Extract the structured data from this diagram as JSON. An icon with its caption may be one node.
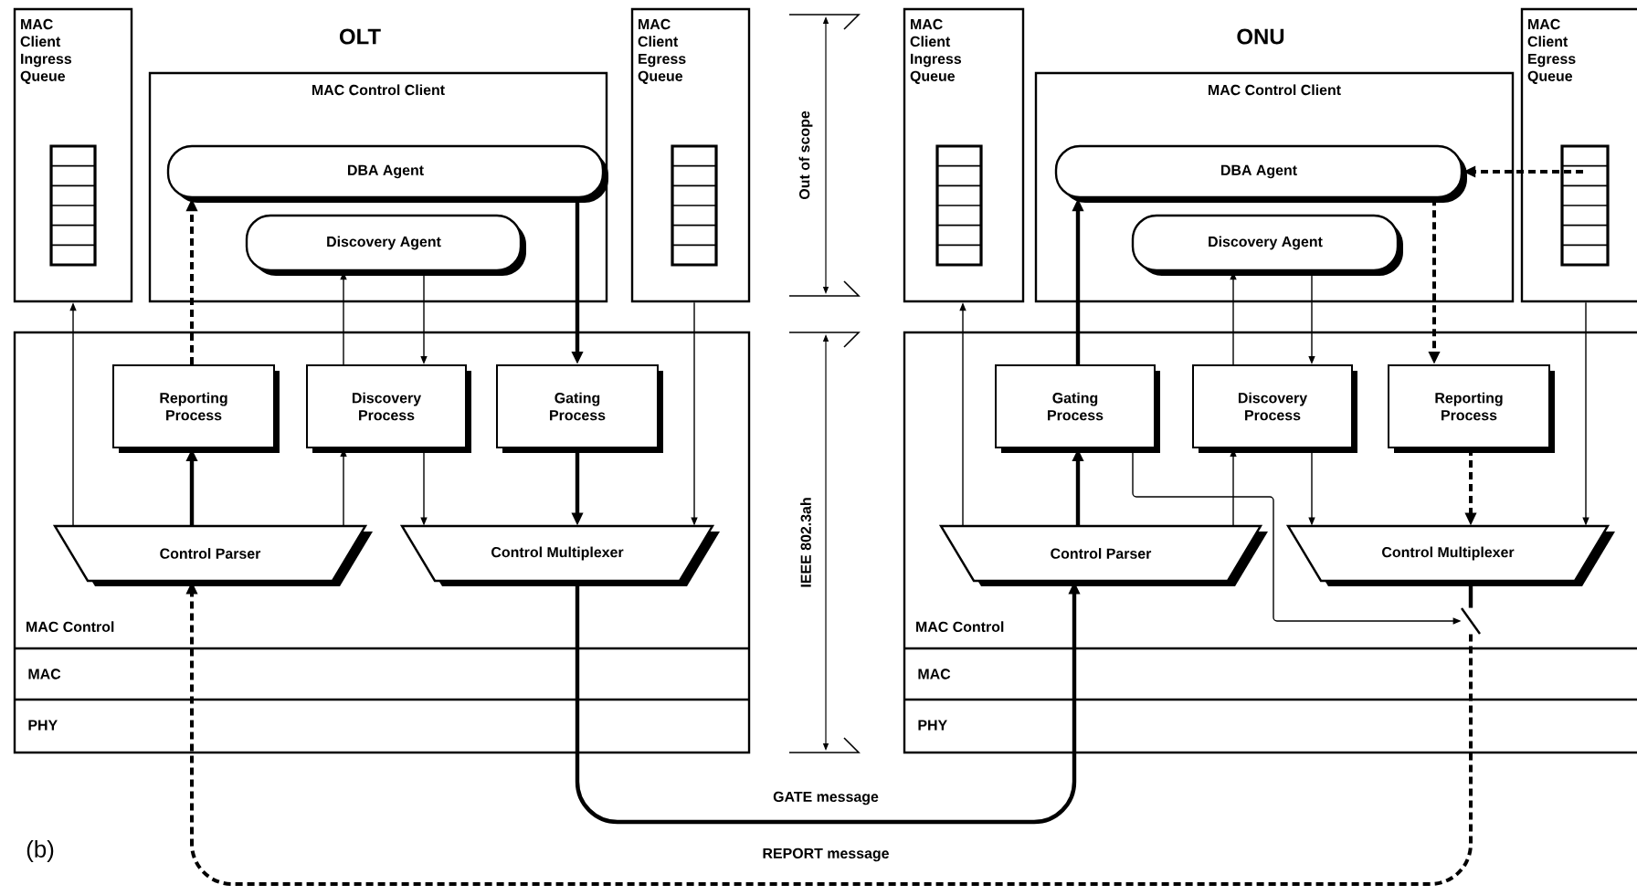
{
  "diagram": {
    "nodes": [
      {
        "text": [
          "MAC Client Ingress Queue"
        ]
      },
      {
        "text": [
          "MAC Control Client"
        ]
      },
      {
        "text": [
          "DBA Agent"
        ],
        "in": 1
      },
      {
        "text": [
          "Discovery Agent"
        ],
        "in": 1
      },
      {
        "text": [
          "MAC Client Egress Queue"
        ]
      },
      {
        "text": [
          "MAC Control"
        ]
      },
      {
        "text": [
          "Reporting Process"
        ],
        "in": 5
      },
      {
        "text": [
          "Discovery Process"
        ],
        "in": 5
      },
      {
        "text": [
          "Gating Process"
        ],
        "in": 5
      },
      {
        "text": [
          "Control Parser"
        ],
        "in": 5
      },
      {
        "text": [
          "Control Multiplexer"
        ],
        "in": 5
      },
      {
        "text": [
          "MAC Client Ingress Queue"
        ]
      },
      {
        "text": [
          "MAC Control Client"
        ]
      },
      {
        "text": [
          "DBA Agent"
        ],
        "in": 12
      },
      {
        "text": [
          "Discovery Agent"
        ],
        "in": 12
      },
      {
        "text": [
          "MAC Client Egress Queue"
        ]
      },
      {
        "text": [
          "MAC Control"
        ]
      },
      {
        "text": [
          "Gating Process"
        ],
        "in": 16
      },
      {
        "text": [
          "Discovery Process"
        ],
        "in": 16
      },
      {
        "text": [
          "Reporting Process"
        ],
        "in": 16
      },
      {
        "text": [
          "Control Parser"
        ],
        "in": 16
      },
      {
        "text": [
          "Control Multiplexer"
        ],
        "in": 16
      },
      {
        "text": [],
        "shape": "switch",
        "in": 16
      }
    ],
    "edges": [
      {
        "from": 9,
        "to": 0,
        "arrow": "to"
      },
      {
        "from": 6,
        "to": 2,
        "arrow": "to",
        "style": "dashed"
      },
      {
        "from": 9,
        "to": 6,
        "arrow": "to",
        "style": "thick"
      },
      {
        "from": 9,
        "to": 7,
        "arrow": "to"
      },
      {
        "from": 7,
        "to": 3,
        "arrow": "to"
      },
      {
        "from": 3,
        "to": 7,
        "arrow": "to"
      },
      {
        "from": 7,
        "to": 10,
        "arrow": "to"
      },
      {
        "from": 2,
        "to": 8,
        "arrow": "to",
        "style": "thick"
      },
      {
        "from": 8,
        "to": 10,
        "arrow": "to",
        "style": "thick"
      },
      {
        "from": 4,
        "to": 10,
        "arrow": "to"
      },
      {
        "from": 20,
        "to": 11,
        "arrow": "to"
      },
      {
        "from": 20,
        "to": 17,
        "arrow": "to",
        "style": "thick"
      },
      {
        "from": 17,
        "to": 13,
        "arrow": "to",
        "style": "thick"
      },
      {
        "from": 20,
        "to": 18,
        "arrow": "to"
      },
      {
        "from": 18,
        "to": 14,
        "arrow": "to"
      },
      {
        "from": 14,
        "to": 18,
        "arrow": "to"
      },
      {
        "from": 18,
        "to": 21,
        "arrow": "to"
      },
      {
        "from": 15,
        "to": 13,
        "arrow": "to",
        "style": "dashed"
      },
      {
        "from": 13,
        "to": 19,
        "arrow": "to",
        "style": "dashed"
      },
      {
        "from": 19,
        "to": 21,
        "arrow": "to",
        "style": "dashed"
      },
      {
        "from": 15,
        "to": 21,
        "arrow": "to"
      },
      {
        "from": 17,
        "to": 22,
        "arrow": "to"
      },
      {
        "from": 21,
        "to": 22,
        "arrow": "none",
        "style": "thick"
      },
      {
        "from": 10,
        "to": 20,
        "arrow": "to",
        "style": "thick",
        "label": "GATE message"
      },
      {
        "from": 22,
        "to": 9,
        "arrow": "to",
        "style": "dashed",
        "label": "REPORT message"
      }
    ],
    "labels": [
      "OLT",
      "ONU",
      "Out of scope",
      "IEEE 802.3ah",
      "MAC",
      "PHY",
      "MAC",
      "PHY",
      "(b)"
    ]
  }
}
